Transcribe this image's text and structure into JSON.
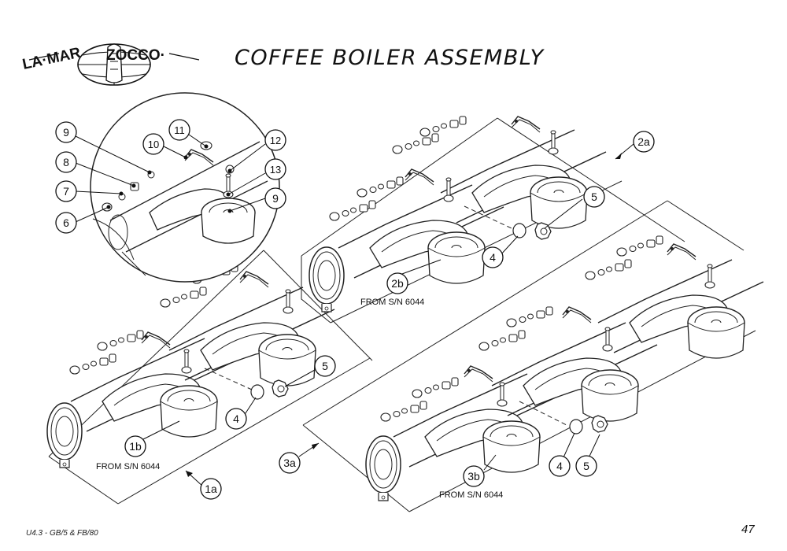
{
  "header": {
    "brand": "LA MARZOCCO",
    "title": "COFFEE BOILER ASSEMBLY"
  },
  "footer": {
    "model": "U4.3 - GB/5 & FB/80",
    "page_number": "47"
  },
  "callouts": {
    "c1a": "1a",
    "c1b": "1b",
    "c2a": "2a",
    "c2b": "2b",
    "c3a": "3a",
    "c3b": "3b",
    "c4": "4",
    "c5": "5",
    "c6": "6",
    "c7": "7",
    "c8": "8",
    "c9": "9",
    "c10": "10",
    "c11": "11",
    "c12": "12",
    "c13": "13"
  },
  "notes": {
    "from_sn": "FROM S/N 6044"
  },
  "icons": {
    "logo": "la-marzocco-logo"
  }
}
